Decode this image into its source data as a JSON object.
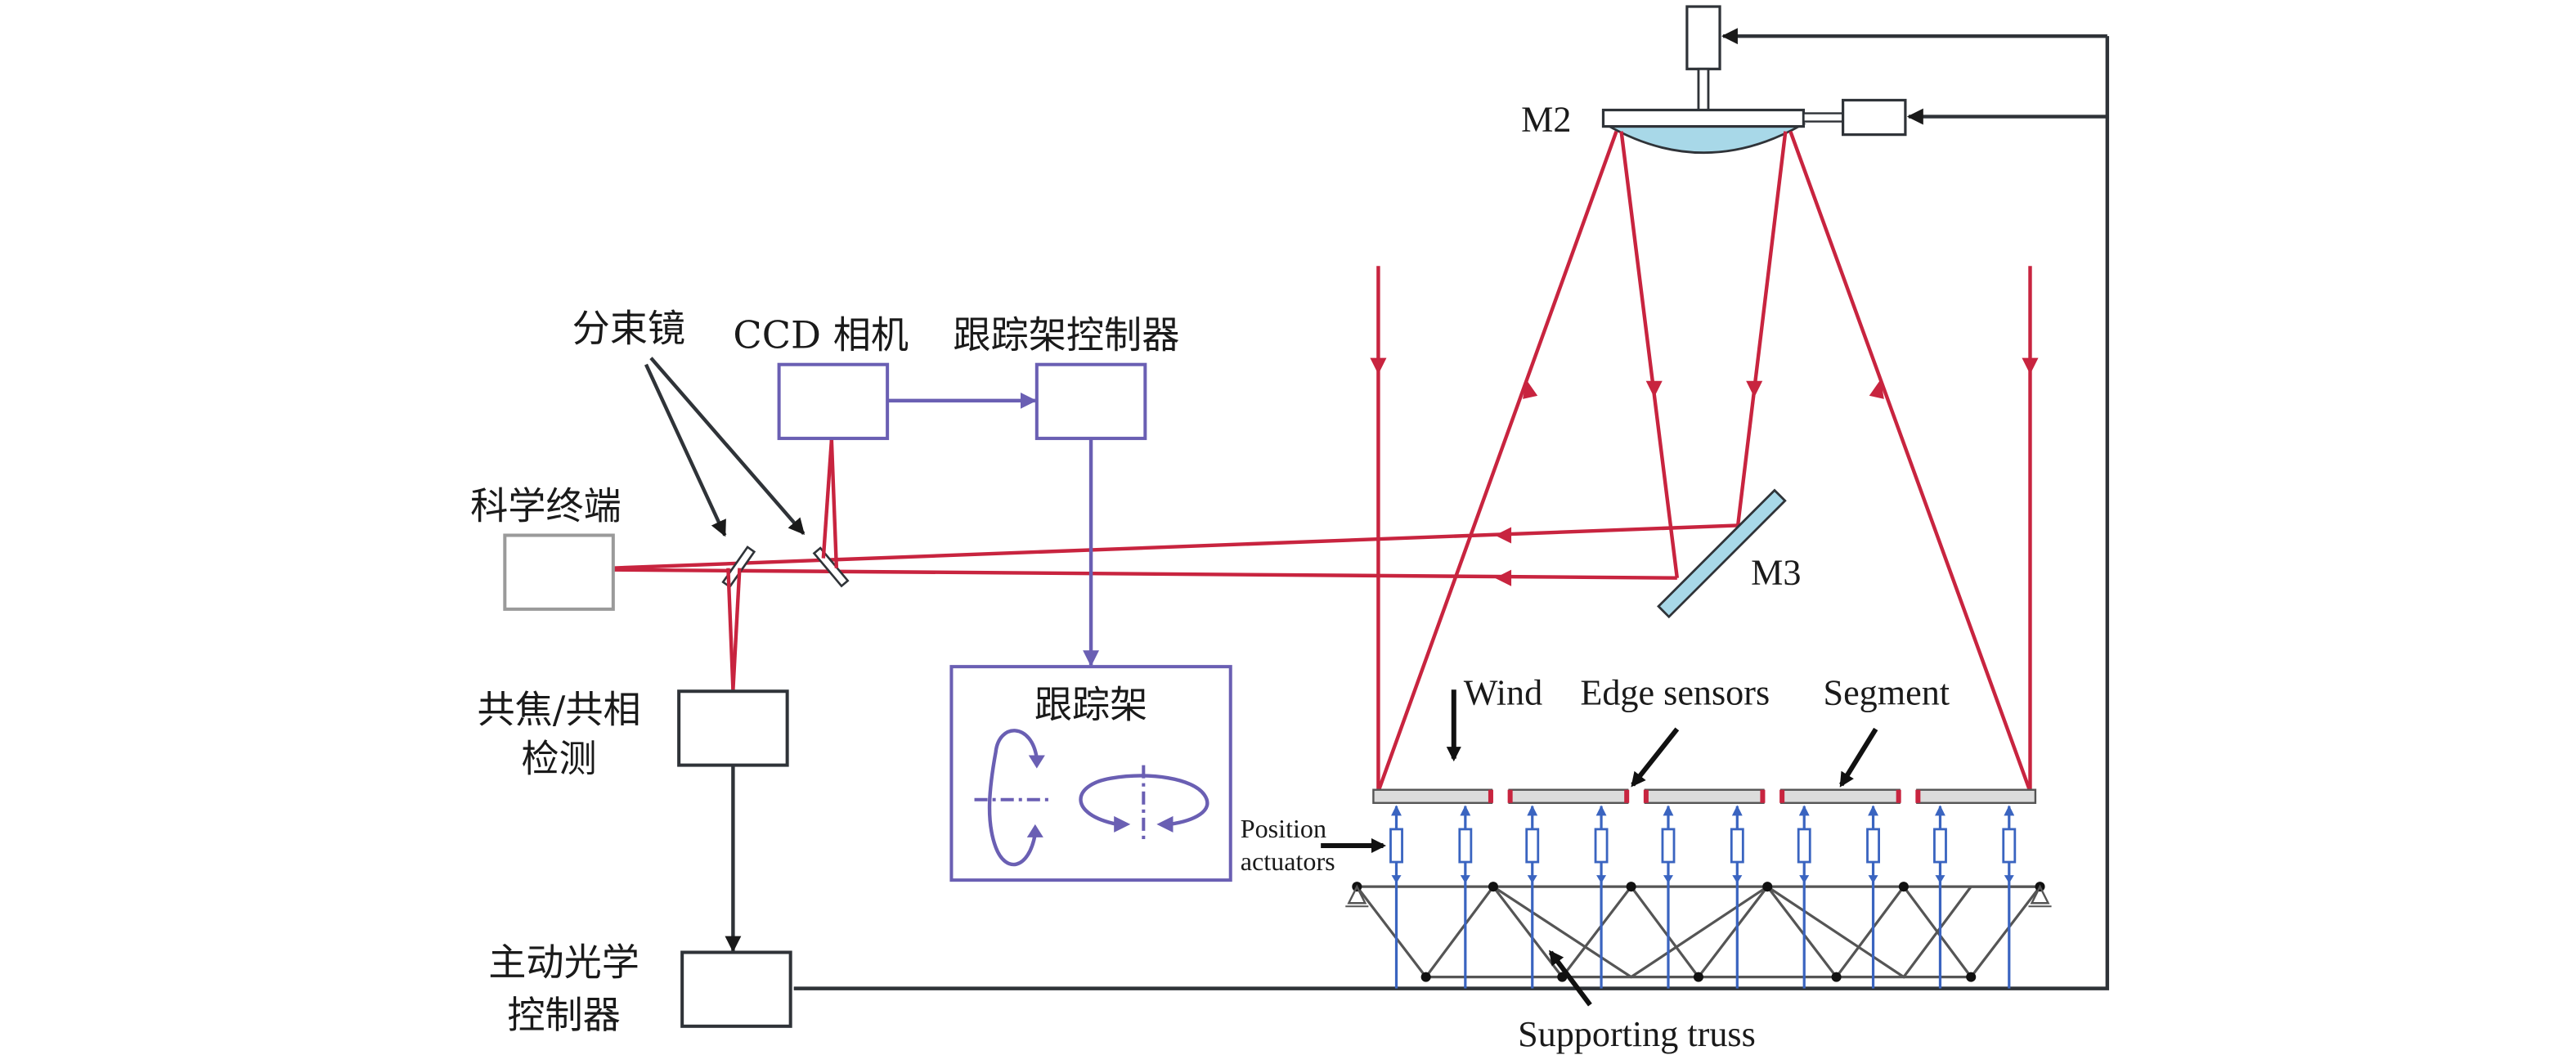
{
  "title": "Active optics control system schematic",
  "labels": {
    "m2": "M2",
    "m3": "M3",
    "beam_splitter": "分束镜",
    "ccd_camera": "CCD 相机",
    "mount_controller": "跟踪架控制器",
    "science_terminal": "科学终端",
    "cophasing_line1": "共焦/共相",
    "cophasing_line2": "检测",
    "active_optics_line1": "主动光学",
    "active_optics_line2": "控制器",
    "mount": "跟踪架",
    "wind": "Wind",
    "edge_sensors": "Edge sensors",
    "segment": "Segment",
    "position_actuators_line1": "Position",
    "position_actuators_line2": "actuators",
    "supporting_truss": "Supporting truss"
  },
  "colors": {
    "light_path": "#c8243f",
    "tracking_control": "#6a5fb3",
    "control_signal": "#2f3338",
    "actuator": "#3a64c0",
    "mirror_fill": "#a8d8e8",
    "segment_fill": "#dcdcdc",
    "science_box": "#9a9a9a"
  },
  "segments_count": 5,
  "actuators_per_segment": 2
}
